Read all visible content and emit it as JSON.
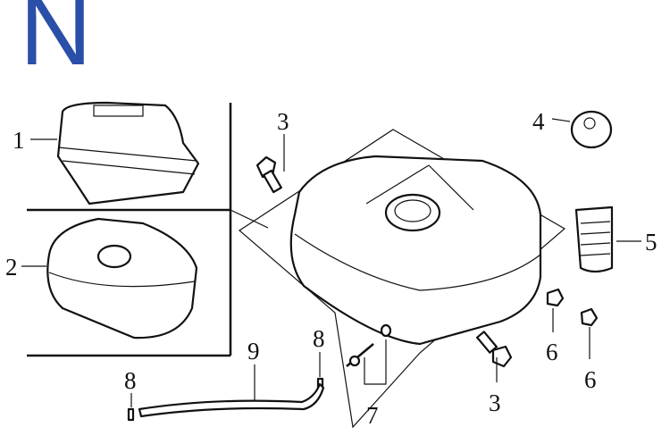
{
  "section_letter": "N",
  "accent_color": "#2a4fa8",
  "callouts": [
    "1",
    "2",
    "3",
    "4",
    "5",
    "6",
    "6",
    "7",
    "8",
    "8",
    "9",
    "3"
  ]
}
